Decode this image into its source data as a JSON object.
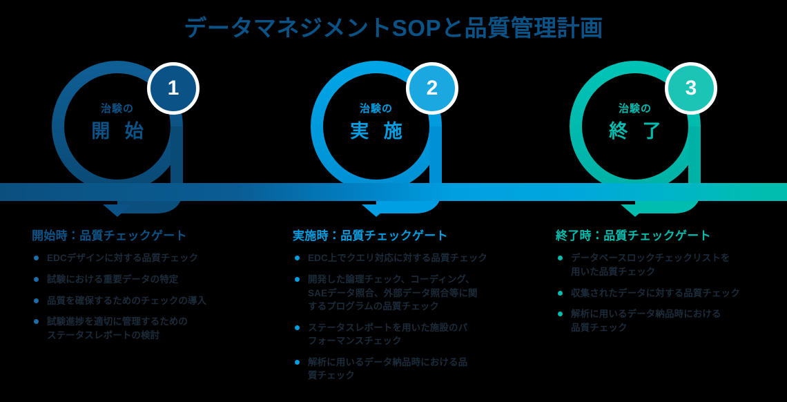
{
  "page": {
    "title": "データマネジメントSOPと品質管理計画",
    "background_color": "#000000"
  },
  "timeline": {
    "gradient_start_color": "#0b4f7e",
    "gradient_mid_color": "#00a0e0",
    "gradient_end_color": "#00bdb0"
  },
  "steps": [
    {
      "number": "1",
      "ring_color": "#0b5387",
      "badge_color": "#0b5387",
      "label_small": "治験の",
      "label_big": "開 始",
      "heading": "開始時：品質チェックゲート",
      "heading_color": "#0b5387",
      "bullets": [
        "EDCデザインに対する品質チェック",
        "試験における重要データの特定",
        "品質を確保するためのチェックの導入",
        "試験進捗を適切に管理するための\nステータスレポートの検討"
      ]
    },
    {
      "number": "2",
      "ring_color": "#009fe3",
      "badge_color": "#1ba7e0",
      "label_small": "治験の",
      "label_big": "実 施",
      "heading": "実施時：品質チェックゲート",
      "heading_color": "#009fe3",
      "bullets": [
        "EDC上でクエリ対応に対する品質チェック",
        "開発した論理チェック、コーディング、\nSAEデータ照合、外部データ照合等に関\nするプログラムの品質チェック",
        "ステータスレポートを用いた施設のパ\nフォーマンスチェック",
        "解析に用いるデータ納品時における品\n質チェック"
      ]
    },
    {
      "number": "3",
      "ring_color": "#00bdb0",
      "badge_color": "#1cc4b6",
      "label_small": "治験の",
      "label_big": "終 了",
      "heading": "終了時：品質チェックゲート",
      "heading_color": "#00bdb0",
      "bullets": [
        "データベースロックチェックリストを\n用いた品質チェック",
        "収集されたデータに対する品質チェック",
        "解析に用いるデータ納品時における\n品質チェック"
      ]
    }
  ]
}
